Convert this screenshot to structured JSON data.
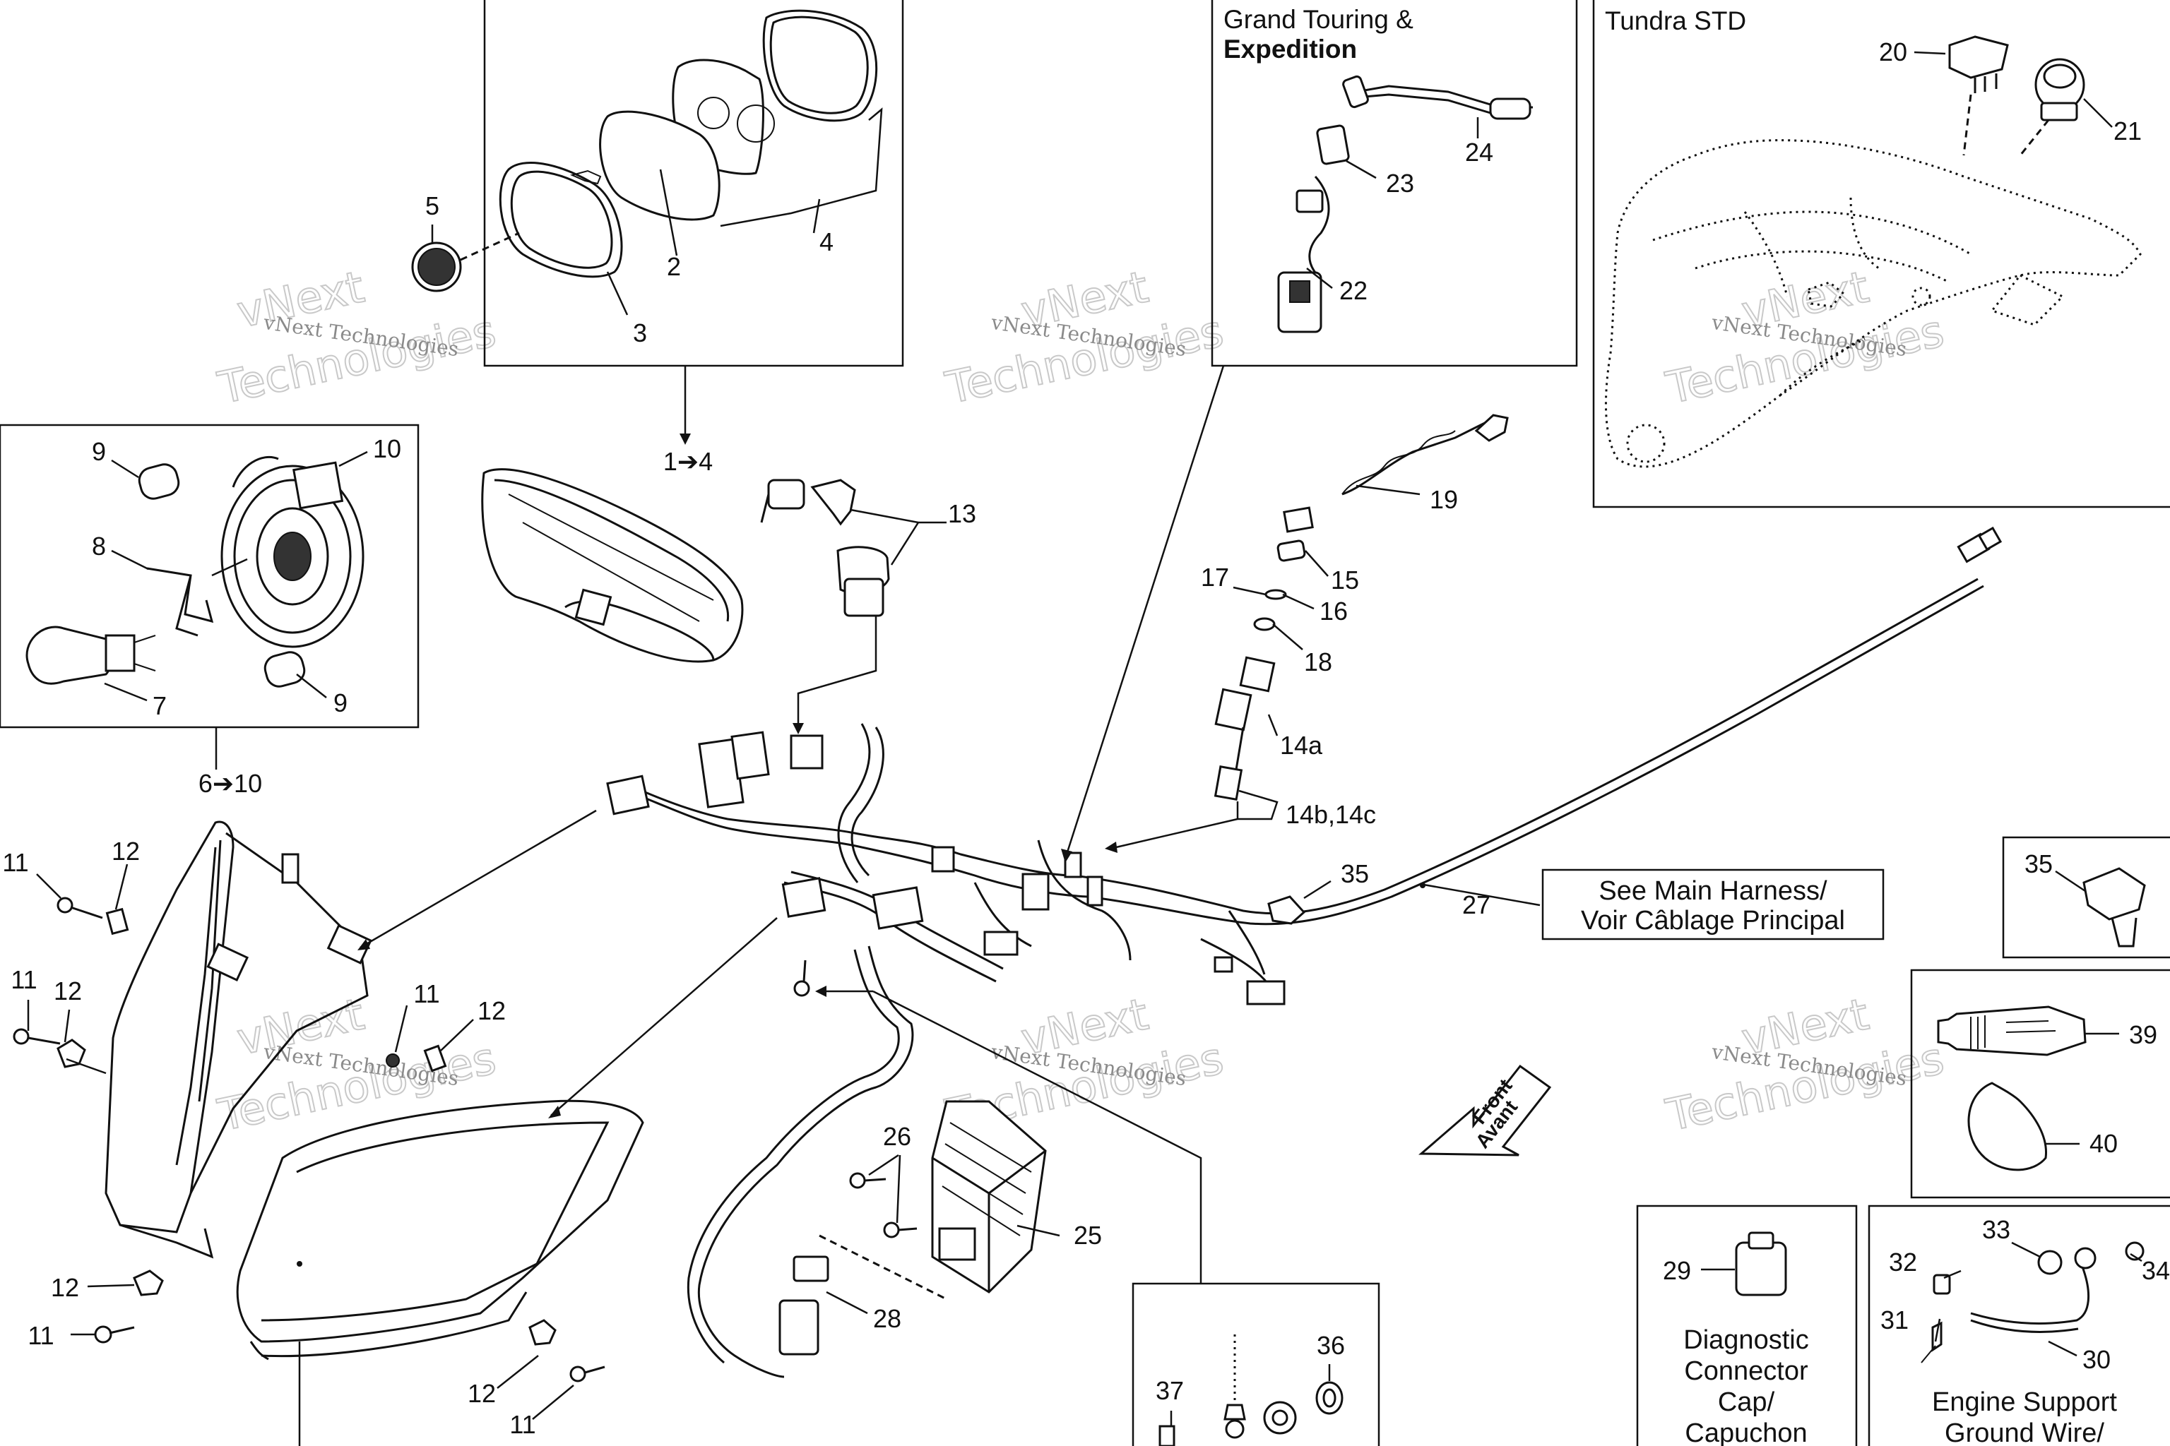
{
  "callouts": {
    "c2": "2",
    "c3": "3",
    "c4": "4",
    "c5": "5",
    "c1to4": "1➔4",
    "c6to10": "6➔10",
    "c7": "7",
    "c8": "8",
    "c9a": "9",
    "c9b": "9",
    "c10": "10",
    "c11a": "11",
    "c11b": "11",
    "c11c": "11",
    "c11d": "11",
    "c11e": "11",
    "c12a": "12",
    "c12b": "12",
    "c12c": "12",
    "c12d": "12",
    "c12e": "12",
    "c13": "13",
    "c14a": "14a",
    "c14bc": "14b,14c",
    "c15": "15",
    "c16": "16",
    "c17": "17",
    "c18": "18",
    "c19": "19",
    "c20": "20",
    "c21": "21",
    "c22": "22",
    "c23": "23",
    "c24": "24",
    "c25": "25",
    "c26": "26",
    "c27": "27",
    "c28": "28",
    "c29": "29",
    "c30": "30",
    "c31": "31",
    "c32": "32",
    "c33": "33",
    "c34": "34",
    "c35a": "35",
    "c35b": "35",
    "c36": "36",
    "c37": "37",
    "c39": "39",
    "c40": "40"
  },
  "captions": {
    "grand_touring_line1": "Grand Touring &",
    "grand_touring_line2": "Expedition",
    "tundra": "Tundra STD",
    "main_harness_line1": "See Main Harness/",
    "main_harness_line2": "Voir Câblage Principal",
    "diag_line1": "Diagnostic",
    "diag_line2": "Connector",
    "diag_line3": "Cap/",
    "diag_line4": "Capuchon",
    "ground_line1": "Engine Support",
    "ground_line2": "Ground Wire/",
    "front_line1": "Front",
    "front_line2": "Avant"
  },
  "watermark": {
    "line1": "vNext Technologies",
    "big_line1": "vNext",
    "big_line2": "Technologies"
  }
}
